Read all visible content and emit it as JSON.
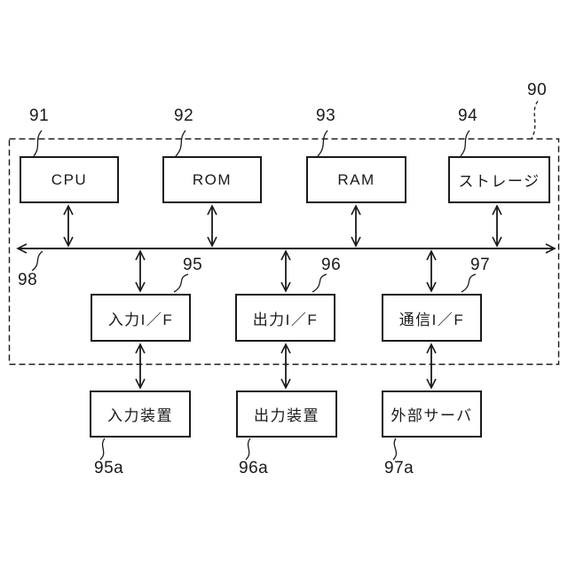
{
  "diagram": {
    "background": "#ffffff",
    "line_color": "#1a1a1a",
    "enclosure": {
      "ref": "90"
    },
    "bus": {
      "ref": "98"
    },
    "nodes": {
      "cpu": {
        "label": "CPU",
        "ref": "91"
      },
      "rom": {
        "label": "ROM",
        "ref": "92"
      },
      "ram": {
        "label": "RAM",
        "ref": "93"
      },
      "storage": {
        "label": "ストレージ",
        "ref": "94"
      },
      "input_if": {
        "label": "入力I／F",
        "ref": "95"
      },
      "output_if": {
        "label": "出力I／F",
        "ref": "96"
      },
      "comm_if": {
        "label": "通信I／F",
        "ref": "97"
      },
      "input_device": {
        "label": "入力装置",
        "ref": "95a"
      },
      "output_device": {
        "label": "出力装置",
        "ref": "96a"
      },
      "external_server": {
        "label": "外部サーバ",
        "ref": "97a"
      }
    }
  }
}
